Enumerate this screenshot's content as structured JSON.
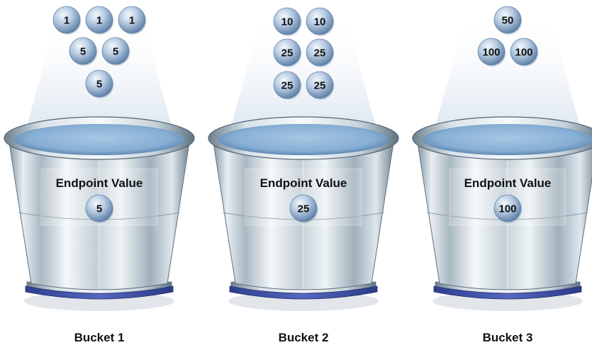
{
  "buckets": [
    {
      "name": "Bucket 1",
      "endpoint_label": "Endpoint Value",
      "endpoint_value": "5",
      "coins": [
        [
          "1",
          "1",
          "1"
        ],
        [
          "5",
          "5"
        ],
        [
          "5"
        ]
      ]
    },
    {
      "name": "Bucket 2",
      "endpoint_label": "Endpoint Value",
      "endpoint_value": "25",
      "coins": [
        [
          "10",
          "10"
        ],
        [
          "25",
          "25"
        ],
        [
          "25",
          "25"
        ]
      ]
    },
    {
      "name": "Bucket 3",
      "endpoint_label": "Endpoint Value",
      "endpoint_value": "100",
      "coins": [
        [
          "50"
        ],
        [
          "100",
          "100"
        ]
      ]
    }
  ]
}
